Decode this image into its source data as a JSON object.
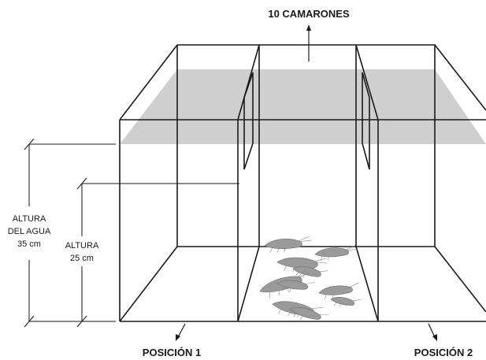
{
  "labels": {
    "top": "10 CAMARONES",
    "water_height_line1": "ALTURA",
    "water_height_line2": "DEL AGUA",
    "water_height_line3": "35 cm",
    "height_line1": "ALTURA",
    "height_line2": "25 cm",
    "position_1": "POSICIÓN 1",
    "position_2": "POSICIÓN 2"
  },
  "colors": {
    "water_surface": "#cfcfcf",
    "lines": "#1a1a1a",
    "shrimp": "#9a9a9a"
  },
  "shrimp_count": 10
}
